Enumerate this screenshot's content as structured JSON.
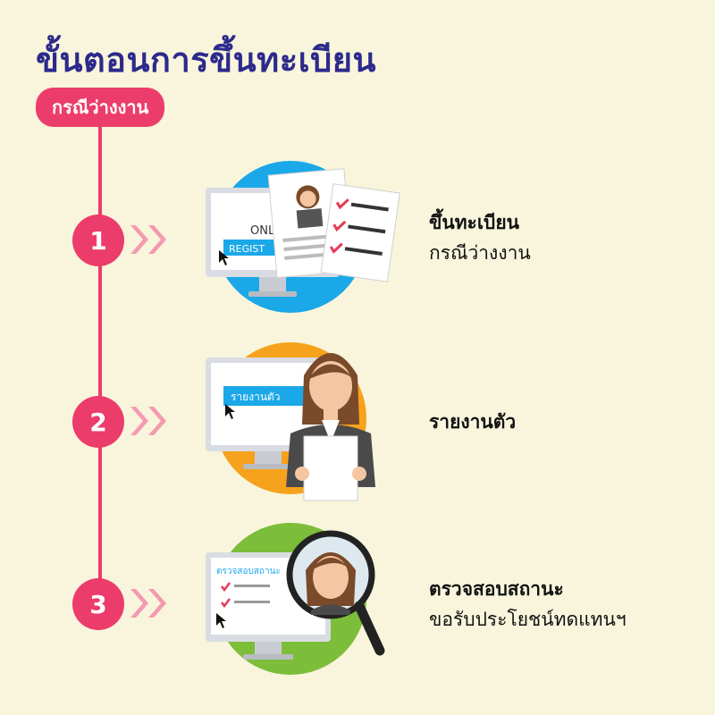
{
  "title": "ขั้นตอนการขึ้นทะเบียน",
  "subtitle_pill": "กรณีว่างงาน",
  "steps": [
    {
      "number": "1",
      "heading": "ขึ้นทะเบียน",
      "detail": "กรณีว่างงาน",
      "screen_text_1": "ONL",
      "screen_text_2": "REGIST",
      "circle_color": "#1ba8e8"
    },
    {
      "number": "2",
      "heading": "รายงานตัว",
      "detail": "",
      "screen_button": "รายงานตัว",
      "circle_color": "#f6a21c"
    },
    {
      "number": "3",
      "heading": "ตรวจสอบสถานะ",
      "detail": "ขอรับประโยชน์ทดแทนฯ",
      "screen_text": "ตรวจสอบสถานะ",
      "circle_color": "#7cbd3a"
    }
  ],
  "colors": {
    "accent": "#ec3c6b",
    "title": "#2c2a8c",
    "background": "#f8f5dc"
  }
}
